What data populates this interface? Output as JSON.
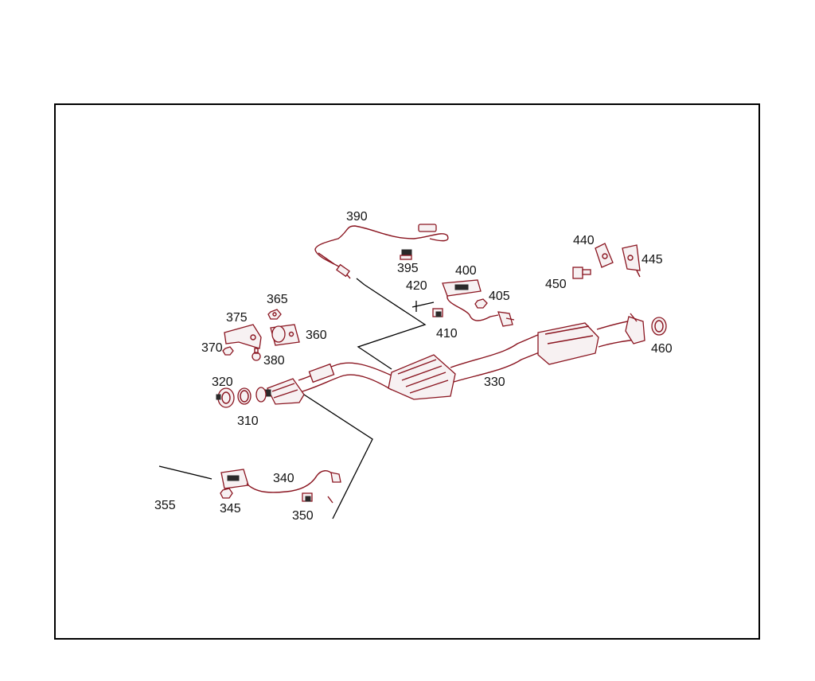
{
  "labels": {
    "p390": "390",
    "p395": "395",
    "p400": "400",
    "p420": "420",
    "p405": "405",
    "p410": "410",
    "p440": "440",
    "p445": "445",
    "p450": "450",
    "p460": "460",
    "p365": "365",
    "p375": "375",
    "p360": "360",
    "p370": "370",
    "p380": "380",
    "p320": "320",
    "p310": "310",
    "p330": "330",
    "p340": "340",
    "p355": "355",
    "p345": "345",
    "p350": "350"
  },
  "colors": {
    "line": "#8a1520",
    "text": "#111111",
    "frame": "#000000"
  }
}
